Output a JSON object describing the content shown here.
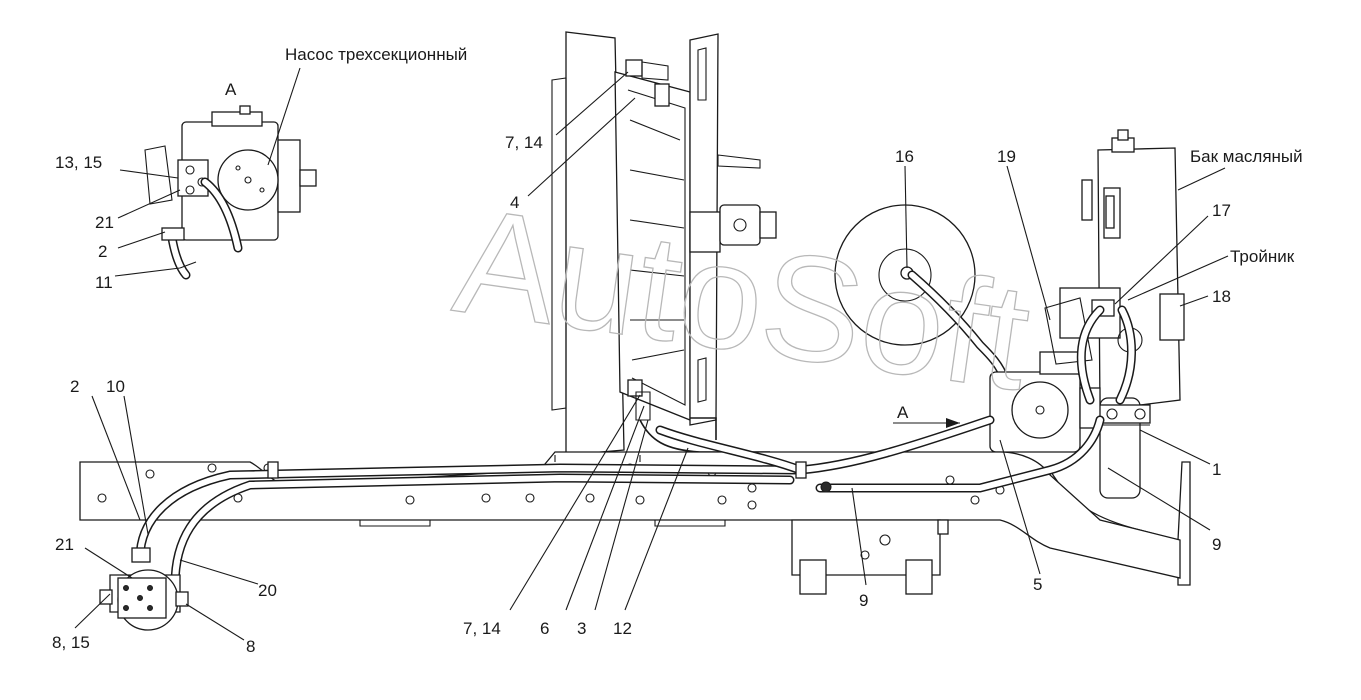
{
  "watermark": "AutoSoft",
  "labels": {
    "view_a": "А",
    "pump": "Насос трехсекционный",
    "tank": "Бак масляный",
    "tee": "Тройник",
    "view_a_arrow": "А",
    "c_13_15": "13, 15",
    "c_21_top": "21",
    "c_2_top": "2",
    "c_11": "11",
    "c_7_14_top": "7, 14",
    "c_4": "4",
    "c_16": "16",
    "c_19": "19",
    "c_17": "17",
    "c_18": "18",
    "c_1": "1",
    "c_9_right": "9",
    "c_5": "5",
    "c_9_mid": "9",
    "c_12": "12",
    "c_3": "3",
    "c_6": "6",
    "c_7_14_bot": "7, 14",
    "c_2_left": "2",
    "c_10": "10",
    "c_21_left": "21",
    "c_20": "20",
    "c_8_15": "8, 15",
    "c_8": "8"
  }
}
